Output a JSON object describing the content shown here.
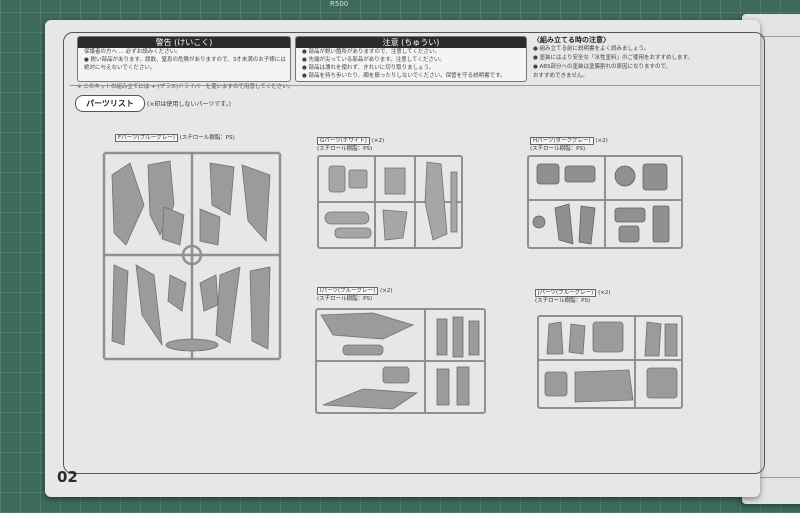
{
  "ruler_mark": "R500",
  "page_number": "02",
  "warning_box": {
    "title": "警告 (けいこく)",
    "lines": [
      "保護者の方へ ... 必ずお読みください。",
      "● 鋭い部品があります。誤飲、窒息の危険がありますので、3才未満のお子様には",
      "  絶対に与えないでください。"
    ]
  },
  "caution_box": {
    "title": "注意 (ちゅうい)",
    "lines": [
      "● 部品が鋭い箇所がありますので、注意してください。",
      "● 先端が尖っている部品があります。注意してください。",
      "● 部品は濡れを使わず、きれいに切り取りましょう。",
      "● 部品を持ち歩いたり、顔を振ったりしないでください。保管を守る説明書です。"
    ]
  },
  "tool_note": "※ このキットの組み立てには + (プラス)ドライバーを使いますので用意してください。",
  "assembly_notes": {
    "title": "〈組み立てる時の注意〉",
    "lines": [
      "● 組み立てる前に説明書をよく読みましょう。",
      "● 塗装にはより安全な「水性塗料」のご使用をおすすめします。",
      "● ABS部分への塗装は塗膜割れの原因になりますので、",
      "  おすすめできません。"
    ]
  },
  "parts_list": {
    "tag": "パーツリスト",
    "note": "(×印は使用しないパーツです。)"
  },
  "runners": [
    {
      "label": "Fパーツ(ブルーグレー)",
      "sub": "(スチロール樹脂：PS)",
      "count": ""
    },
    {
      "label": "Gパーツ(ホワイト)",
      "sub": "(スチロール樹脂：PS)",
      "count": "(×2)"
    },
    {
      "label": "Hパーツ(ダークグレー)",
      "sub": "(スチロール樹脂：PS)",
      "count": "(×2)"
    },
    {
      "label": "Iパーツ(ブルーグレー)",
      "sub": "(スチロール樹脂：PS)",
      "count": "(×2)"
    },
    {
      "label": "Jパーツ(ブルーグレー)",
      "sub": "(スチロール樹脂：PS)",
      "count": "(×2)"
    }
  ],
  "colors": {
    "mat": "#3d6a5a",
    "paper": "#e7e8e5",
    "ink": "#2a2a2a",
    "part_gray": "#9a9c9c"
  }
}
